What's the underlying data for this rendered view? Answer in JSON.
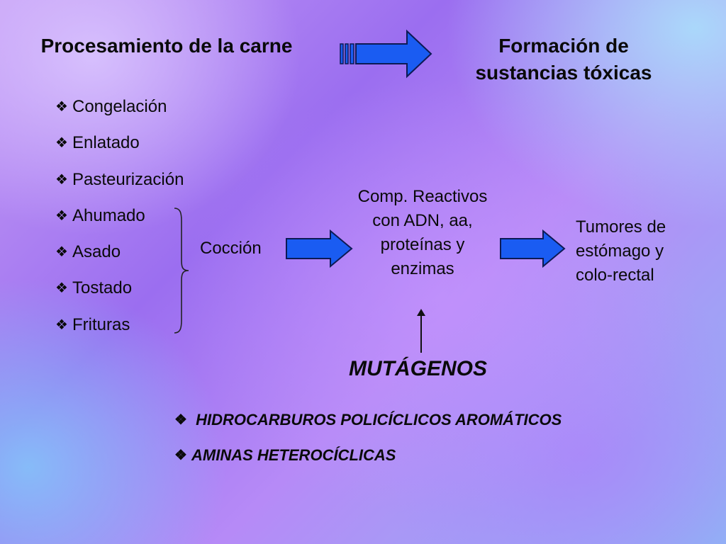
{
  "colors": {
    "arrow_fill": "#1a5cf2",
    "arrow_stroke": "#0d1a55",
    "text": "#0a0a0a"
  },
  "headers": {
    "left_title": "Procesamiento de la carne",
    "right_title": "Formación de sustancias tóxicas"
  },
  "bullet_symbol": "❖",
  "processes": [
    {
      "label": "Congelación"
    },
    {
      "label": "Enlatado"
    },
    {
      "label": "Pasteurización"
    },
    {
      "label": "Ahumado"
    },
    {
      "label": "Asado"
    },
    {
      "label": "Tostado"
    },
    {
      "label": "Frituras"
    }
  ],
  "flow": {
    "coccion": "Cocción",
    "compuestos": "Comp. Reactivos con ADN, aa, proteínas y enzimas",
    "tumores": "Tumores de estómago y colo-rectal"
  },
  "mutagenos": {
    "title": "MUTÁGENOS",
    "items": [
      {
        "label": " HIDROCARBUROS POLICÍCLICOS AROMÁTICOS"
      },
      {
        "label": "AMINAS HETEROCÍCLICAS"
      }
    ]
  }
}
